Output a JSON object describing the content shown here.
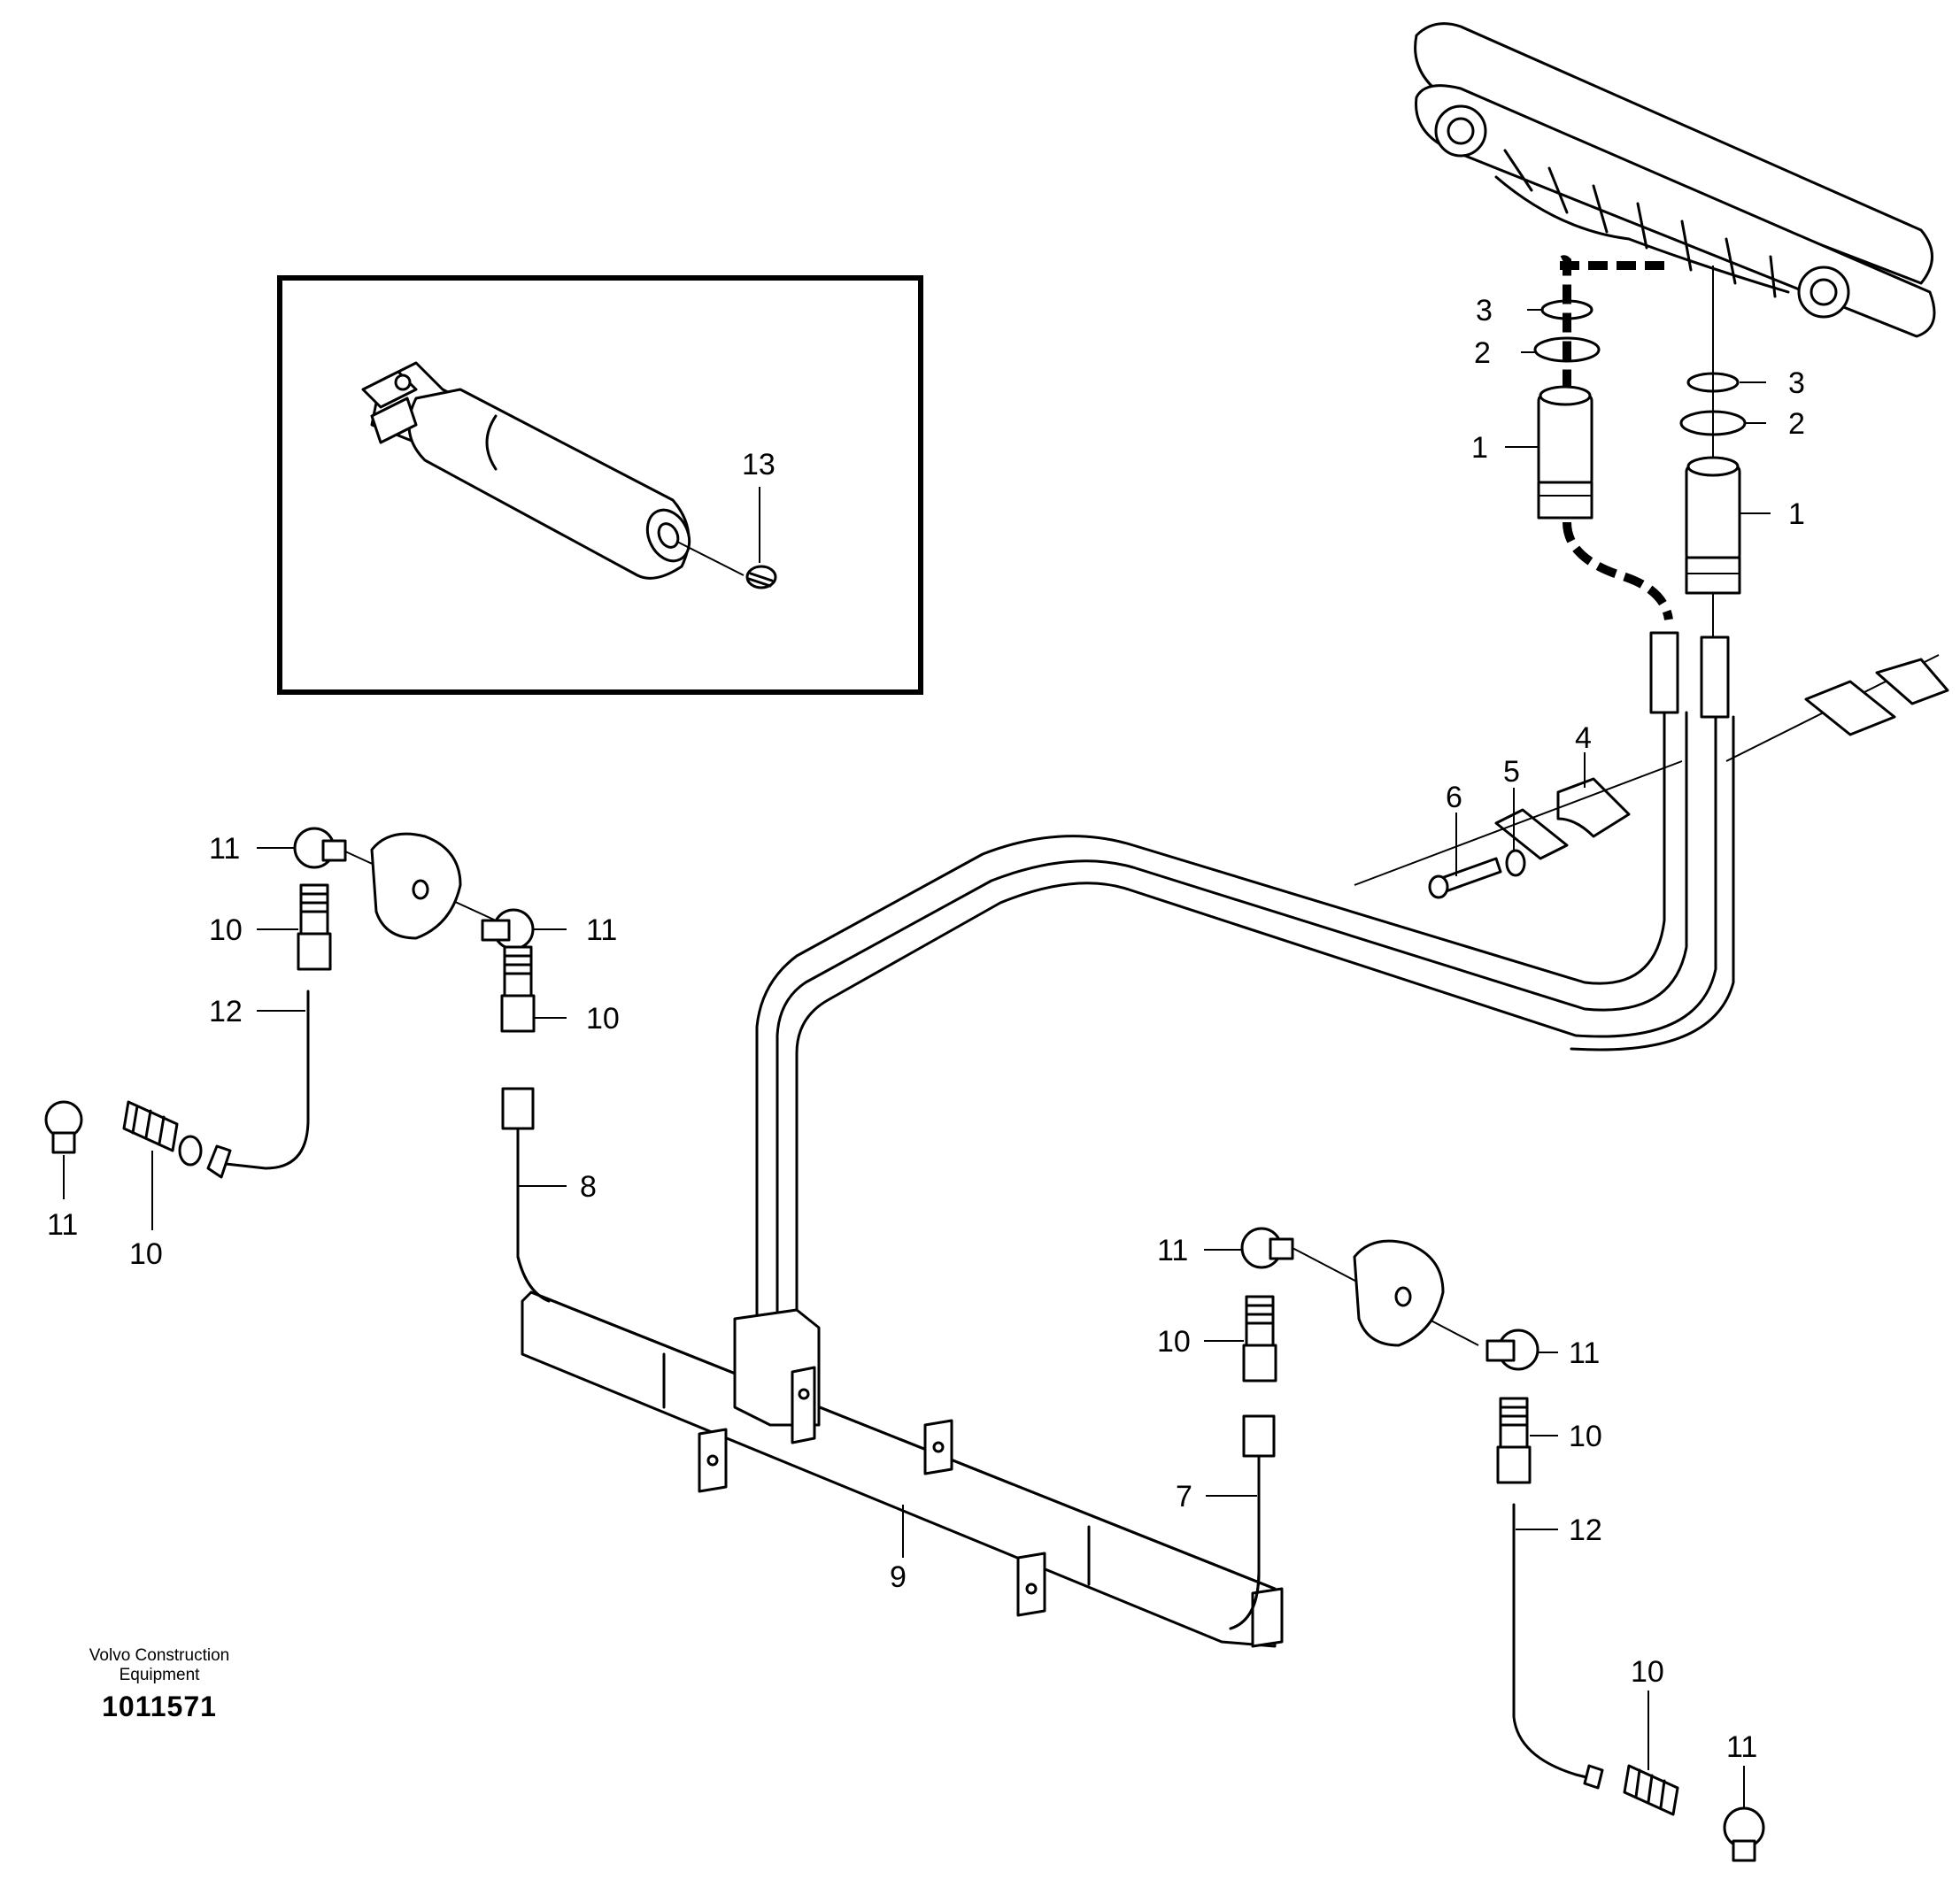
{
  "callouts": [
    "1",
    "2",
    "3",
    "4",
    "5",
    "6",
    "7",
    "8",
    "9",
    "10",
    "11",
    "12",
    "13"
  ],
  "footer": {
    "maker_line1": "Volvo Construction",
    "maker_line2": "Equipment",
    "drawing_number": "1011571"
  }
}
